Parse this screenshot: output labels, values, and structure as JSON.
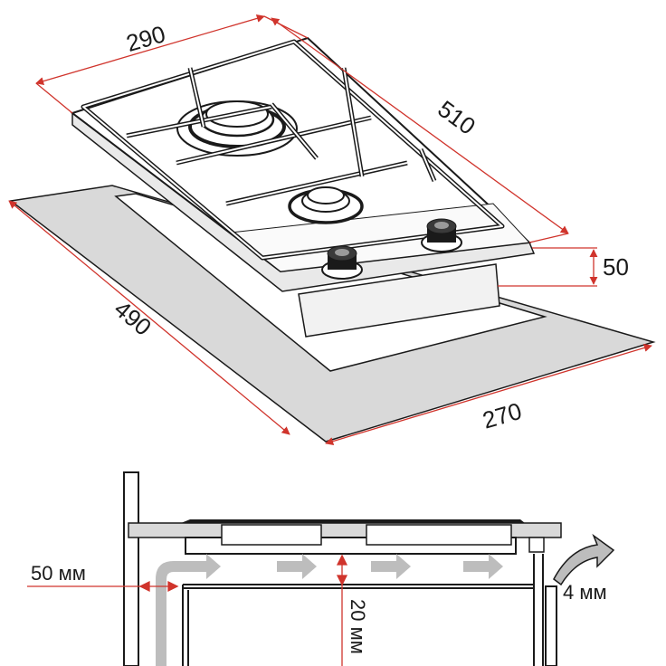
{
  "colors": {
    "dimension_line": "#d0342c",
    "outline": "#1a1a1a",
    "countertop": "#d9d9d9",
    "airflow_arrow": "#bdbdbd"
  },
  "top_view": {
    "dimensions": {
      "hob_width": "290",
      "hob_depth": "510",
      "hob_height": "50",
      "cutout_depth": "490",
      "cutout_width": "270"
    },
    "parts": {
      "large_burner": "burner",
      "small_burner": "burner",
      "knob_count": 2
    }
  },
  "section_view": {
    "labels": {
      "wall_gap": "50 мм",
      "vent_gap": "4 мм",
      "air_clearance": "20 мм"
    }
  }
}
